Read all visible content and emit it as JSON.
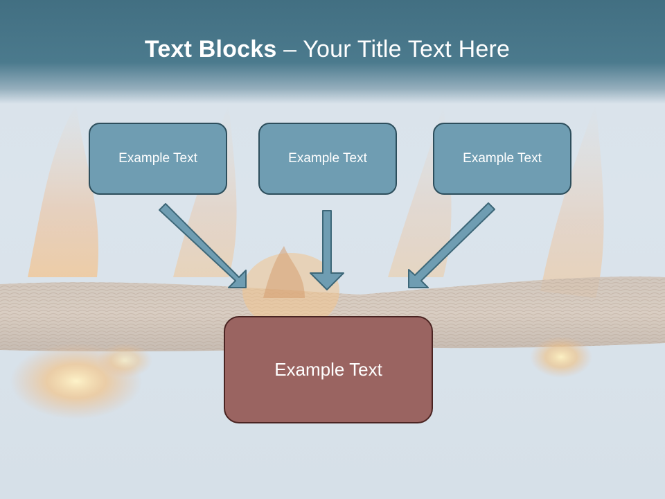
{
  "slide": {
    "title_bold": "Text Blocks",
    "title_dash": " – ",
    "title_rest": "Your Title Text Here"
  },
  "diagram": {
    "top_blocks": [
      {
        "label": "Example Text"
      },
      {
        "label": "Example Text"
      },
      {
        "label": "Example Text"
      }
    ],
    "main_block": {
      "label": "Example Text"
    }
  },
  "colors": {
    "title_band": "#426f82",
    "top_block_fill": "#6f9db2",
    "top_block_border": "#2d4e5c",
    "main_block_fill": "#9a6461",
    "main_block_border": "#4a2422",
    "arrow_fill": "#6f9db2",
    "arrow_stroke": "#3d6778"
  },
  "icons": [
    "arrow-down-right-icon",
    "arrow-down-icon",
    "arrow-down-left-icon"
  ]
}
